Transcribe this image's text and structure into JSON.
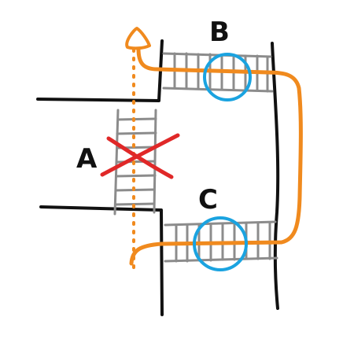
{
  "labels": {
    "a": "A",
    "b": "B",
    "c": "C"
  },
  "colors": {
    "outline": "#111111",
    "ladder": "#8c8c8c",
    "route": "#f08a1e",
    "circle": "#1aa3e0",
    "cross": "#e02828",
    "background": "#ffffff"
  }
}
